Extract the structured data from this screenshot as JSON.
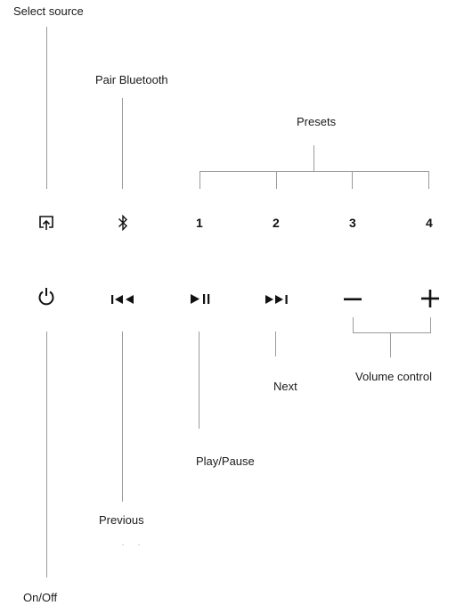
{
  "labels": {
    "select_source": "Select source",
    "pair_bluetooth": "Pair Bluetooth",
    "presets": "Presets",
    "next": "Next",
    "volume_control": "Volume control",
    "play_pause": "Play/Pause",
    "previous": "Previous",
    "on_off": "On/Off"
  },
  "presets": [
    "1",
    "2",
    "3",
    "4"
  ],
  "icons": {
    "row1": [
      "select-source-icon",
      "bluetooth-icon"
    ],
    "row2": [
      "power-icon",
      "previous-track-icon",
      "play-pause-icon",
      "next-track-icon",
      "volume-down-icon",
      "volume-up-icon"
    ]
  },
  "colors": {
    "line": "#9a9a9a",
    "text": "#1a1a1a",
    "icon": "#111111"
  }
}
